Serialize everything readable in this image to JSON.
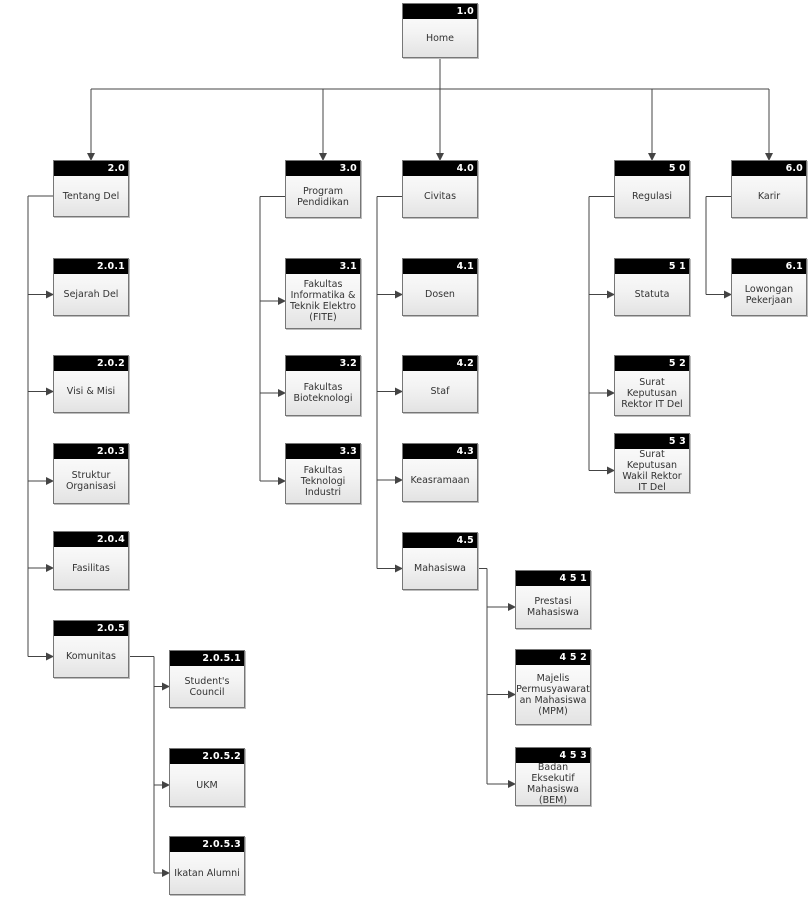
{
  "nodes": [
    {
      "id": "home",
      "number": "1.0",
      "label": "Home"
    },
    {
      "id": "tentang",
      "number": "2.0",
      "label": "Tentang Del"
    },
    {
      "id": "sejarah",
      "number": "2.0.1",
      "label": "Sejarah Del"
    },
    {
      "id": "visi",
      "number": "2.0.2",
      "label": "Visi & Misi"
    },
    {
      "id": "struktur",
      "number": "2.0.3",
      "label": "Struktur Organisasi"
    },
    {
      "id": "fasilitas",
      "number": "2.0.4",
      "label": "Fasilitas"
    },
    {
      "id": "komunitas",
      "number": "2.0.5",
      "label": "Komunitas"
    },
    {
      "id": "students",
      "number": "2.0.5.1",
      "label": "Student's Council"
    },
    {
      "id": "ukm",
      "number": "2.0.5.2",
      "label": "UKM"
    },
    {
      "id": "alumni",
      "number": "2.0.5.3",
      "label": "Ikatan Alumni"
    },
    {
      "id": "program",
      "number": "3.0",
      "label": "Program Pendidikan"
    },
    {
      "id": "fite",
      "number": "3.1",
      "label": "Fakultas Informatika & Teknik Elektro (FITE)"
    },
    {
      "id": "biotek",
      "number": "3.2",
      "label": "Fakultas Bioteknologi"
    },
    {
      "id": "ftl",
      "number": "3.3",
      "label": "Fakultas Teknologi Industri"
    },
    {
      "id": "civitas",
      "number": "4.0",
      "label": "Civitas"
    },
    {
      "id": "dosen",
      "number": "4.1",
      "label": "Dosen"
    },
    {
      "id": "staf",
      "number": "4.2",
      "label": "Staf"
    },
    {
      "id": "keasramaan",
      "number": "4.3",
      "label": "Keasramaan"
    },
    {
      "id": "mahasiswa",
      "number": "4.5",
      "label": "Mahasiswa"
    },
    {
      "id": "prestasi",
      "number": "4 5 1",
      "label": "Prestasi Mahasiswa"
    },
    {
      "id": "mpm",
      "number": "4 5 2",
      "label": "Majelis Permusyawarat an Mahasiswa (MPM)"
    },
    {
      "id": "bem",
      "number": "4 5 3",
      "label": "Badan Eksekutif Mahasiswa (BEM)"
    },
    {
      "id": "regulasi",
      "number": "5 0",
      "label": "Regulasi"
    },
    {
      "id": "statuta",
      "number": "5 1",
      "label": "Statuta"
    },
    {
      "id": "skrektor",
      "number": "5 2",
      "label": "Surat Keputusan Rektor IT Del"
    },
    {
      "id": "skwakil",
      "number": "5 3",
      "label": "Surat Keputusan Wakil Rektor IT Del"
    },
    {
      "id": "karir",
      "number": "6.0",
      "label": "Karir"
    },
    {
      "id": "lowongan",
      "number": "6.1",
      "label": "Lowongan Pekerjaan"
    }
  ],
  "edges": [
    [
      "home",
      "tentang"
    ],
    [
      "home",
      "program"
    ],
    [
      "home",
      "civitas"
    ],
    [
      "home",
      "regulasi"
    ],
    [
      "home",
      "karir"
    ],
    [
      "tentang",
      "sejarah"
    ],
    [
      "tentang",
      "visi"
    ],
    [
      "tentang",
      "struktur"
    ],
    [
      "tentang",
      "fasilitas"
    ],
    [
      "tentang",
      "komunitas"
    ],
    [
      "komunitas",
      "students"
    ],
    [
      "komunitas",
      "ukm"
    ],
    [
      "komunitas",
      "alumni"
    ],
    [
      "program",
      "fite"
    ],
    [
      "program",
      "biotek"
    ],
    [
      "program",
      "ftl"
    ],
    [
      "civitas",
      "dosen"
    ],
    [
      "civitas",
      "staf"
    ],
    [
      "civitas",
      "keasramaan"
    ],
    [
      "civitas",
      "mahasiswa"
    ],
    [
      "mahasiswa",
      "prestasi"
    ],
    [
      "mahasiswa",
      "mpm"
    ],
    [
      "mahasiswa",
      "bem"
    ],
    [
      "regulasi",
      "statuta"
    ],
    [
      "regulasi",
      "skrektor"
    ],
    [
      "regulasi",
      "skwakil"
    ],
    [
      "karir",
      "lowongan"
    ]
  ]
}
